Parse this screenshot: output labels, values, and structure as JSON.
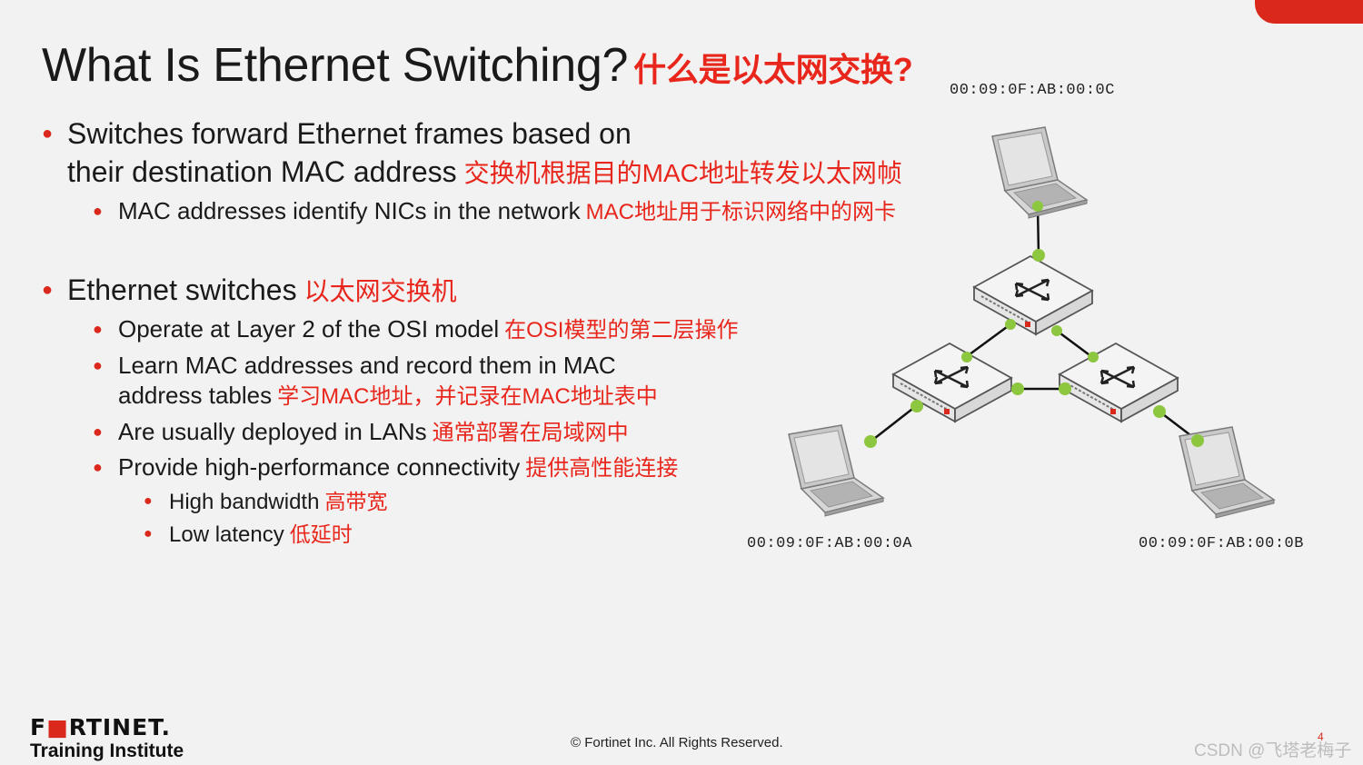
{
  "slide": {
    "title": "What Is Ethernet Switching?",
    "title_cn": "什么是以太网交换?"
  },
  "bullets": [
    {
      "level": 1,
      "text": "Switches forward Ethernet frames based on",
      "cn": ""
    },
    {
      "level": 1,
      "text": "their destination MAC address",
      "cn": "交换机根据目的MAC地址转发以太网帧"
    },
    {
      "level": 2,
      "text": "MAC addresses identify NICs in the network",
      "cn": "MAC地址用于标识网络中的网卡"
    },
    {
      "level": 1,
      "text": "Ethernet switches",
      "cn": "以太网交换机"
    },
    {
      "level": 2,
      "text": "Operate at Layer 2 of the OSI model",
      "cn": "在OSI模型的第二层操作"
    },
    {
      "level": 2,
      "text": "Learn MAC addresses and record them in MAC",
      "cn": ""
    },
    {
      "level": 2,
      "text": "address tables",
      "cn": "学习MAC地址，并记录在MAC地址表中"
    },
    {
      "level": 2,
      "text": "Are usually deployed in LANs",
      "cn": "通常部署在局域网中"
    },
    {
      "level": 2,
      "text": "Provide high-performance connectivity",
      "cn": "提供高性能连接"
    },
    {
      "level": 3,
      "text": "High bandwidth",
      "cn": "高带宽"
    },
    {
      "level": 3,
      "text": "Low latency",
      "cn": "低延时"
    }
  ],
  "diagram": {
    "mac_top": "00:09:0F:AB:00:0C",
    "mac_left": "00:09:0F:AB:00:0A",
    "mac_right": "00:09:0F:AB:00:0B",
    "link_color": "#8dc63f",
    "switch_accent": "#da291c"
  },
  "footer": {
    "logo_text": "F#RTINET.",
    "logo_sub": "Training Institute",
    "copyright": "© Fortinet Inc. All Rights Reserved.",
    "page_number": "4",
    "watermark": "CSDN @飞塔老梅子"
  },
  "colors": {
    "accent": "#da291c",
    "chinese_text": "#e8261c",
    "background": "#f2f2f2"
  }
}
